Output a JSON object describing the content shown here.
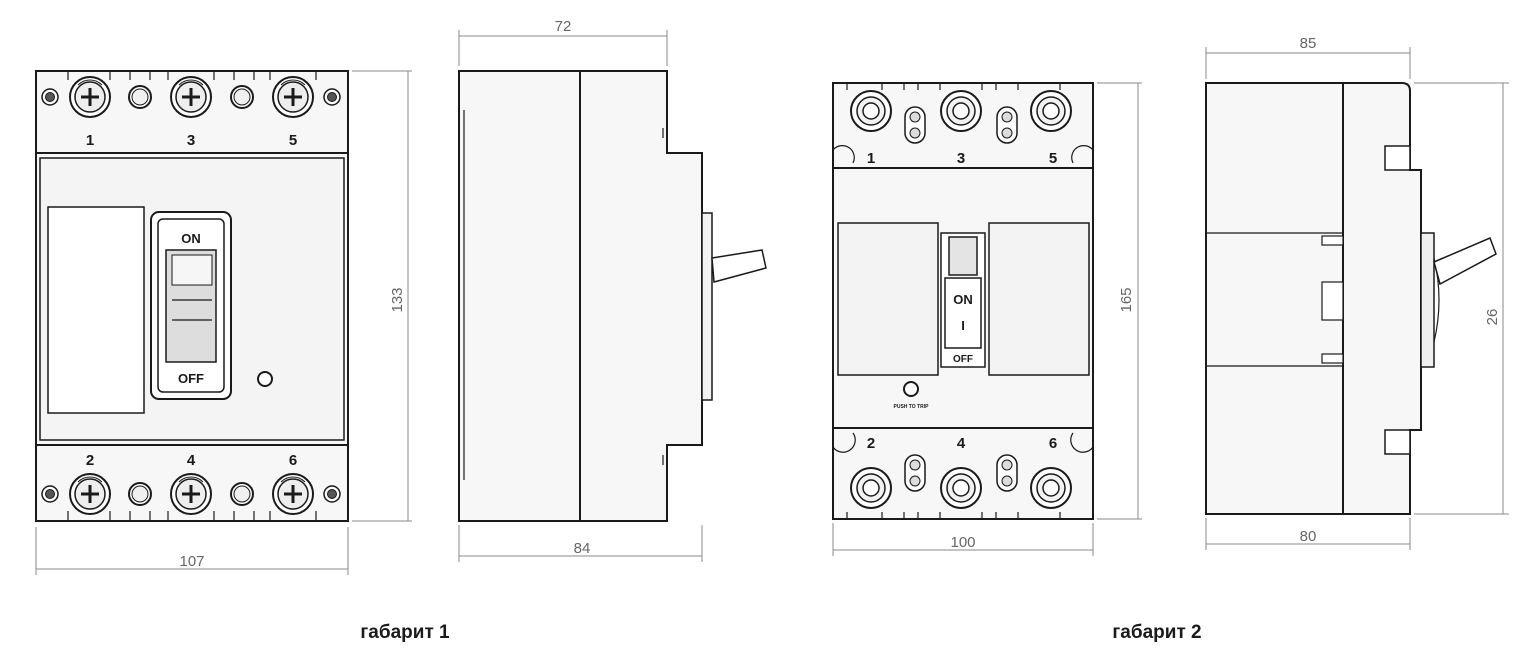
{
  "size1": {
    "caption": "габарит 1",
    "dimensions": {
      "front_width": "107",
      "height": "133",
      "side_top_width": "72",
      "side_bottom_width": "84"
    },
    "terminals_top": [
      "1",
      "3",
      "5"
    ],
    "terminals_bottom": [
      "2",
      "4",
      "6"
    ],
    "switch": {
      "on_label": "ON",
      "off_label": "OFF"
    }
  },
  "size2": {
    "caption": "габарит 2",
    "dimensions": {
      "front_width": "100",
      "height": "165",
      "side_top_width": "85",
      "side_bottom_width": "80",
      "side_height": "26"
    },
    "terminals_top": [
      "1",
      "3",
      "5"
    ],
    "terminals_bottom": [
      "2",
      "4",
      "6"
    ],
    "switch": {
      "on_label": "ON",
      "i_label": "I",
      "off_label": "OFF",
      "push_label": "PUSH TO TRIP"
    }
  }
}
